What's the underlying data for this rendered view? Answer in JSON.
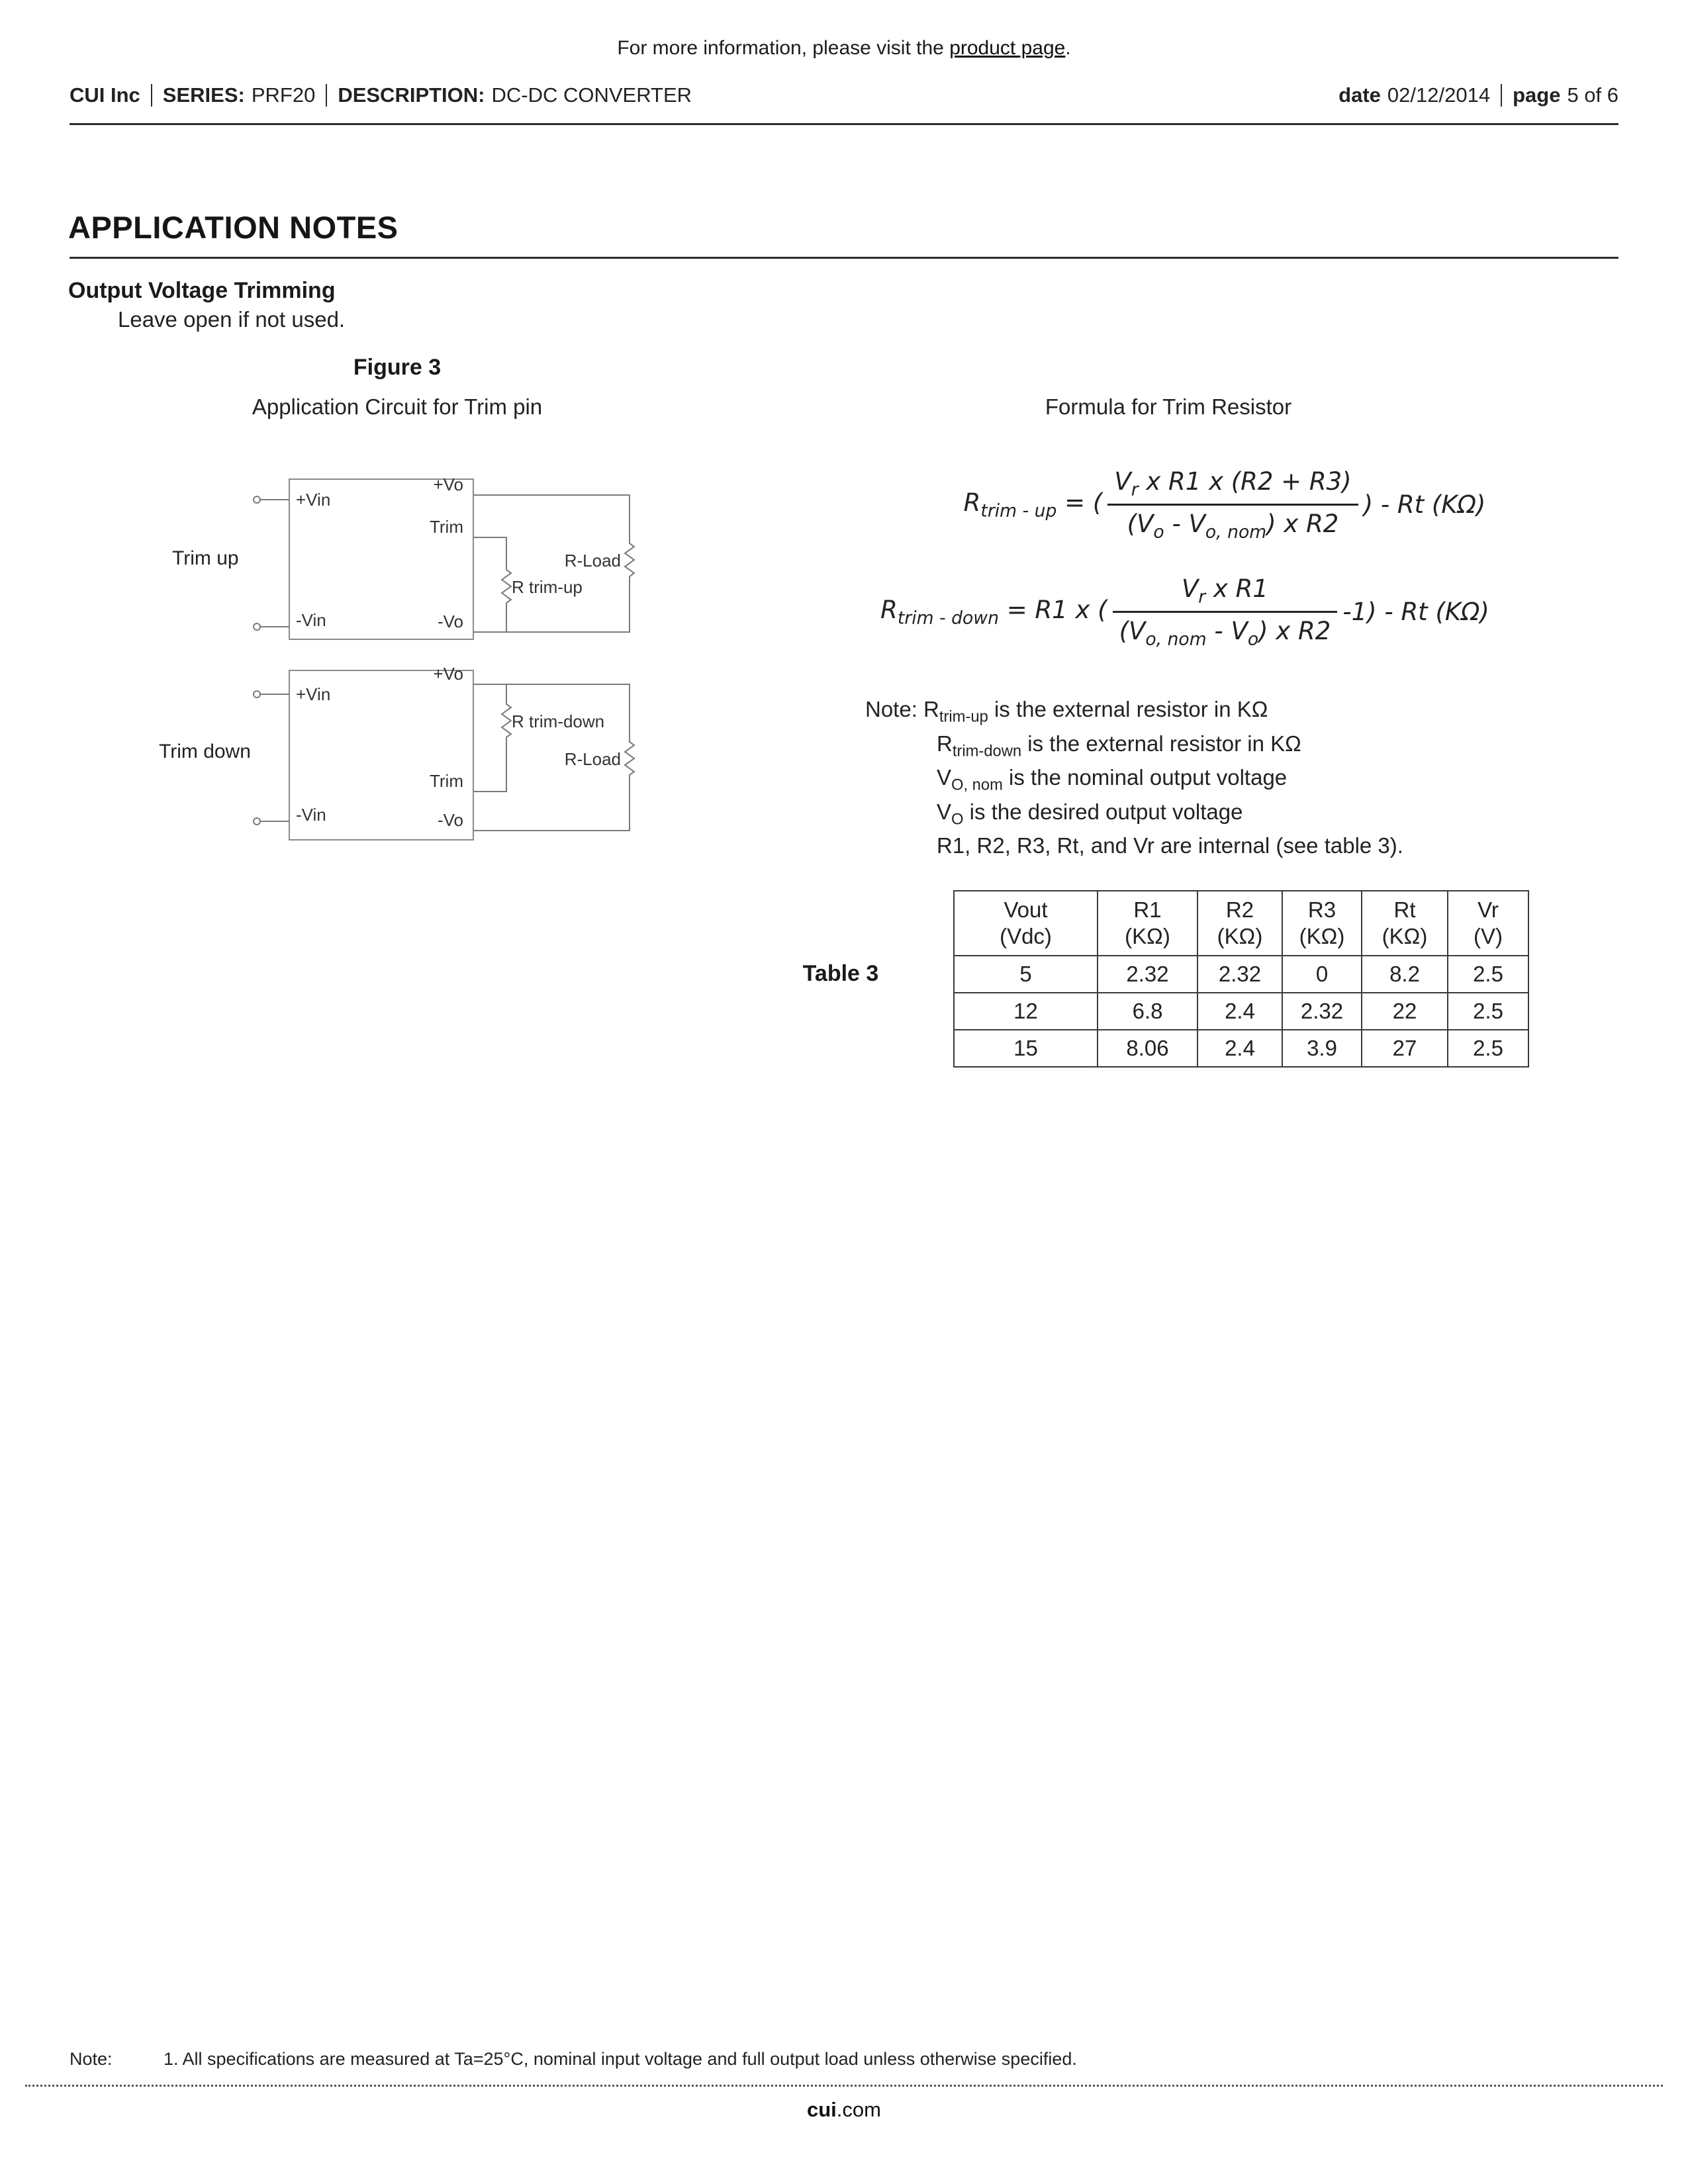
{
  "top_note": {
    "text_before": "For more information, please visit the ",
    "link_text": "product page",
    "text_after": "."
  },
  "header": {
    "company": "CUI Inc",
    "series_label": "SERIES:",
    "series_value": "PRF20",
    "description_label": "DESCRIPTION:",
    "description_value": "DC-DC CONVERTER",
    "date_label": "date",
    "date_value": "02/12/2014",
    "page_label": "page",
    "page_value": "5 of 6"
  },
  "section": {
    "title": "APPLICATION NOTES",
    "subtitle": "Output Voltage Trimming",
    "subtitle_note": "Leave open if not used."
  },
  "figure": {
    "label": "Figure 3",
    "caption": "Application Circuit for Trim pin",
    "formula_title": "Formula for Trim Resistor",
    "trim_up": {
      "name": "Trim up",
      "pin_vin_pos": "+Vin",
      "pin_vin_neg": "-Vin",
      "pin_vo_pos": "+Vo",
      "pin_trim": "Trim",
      "pin_vo_neg": "-Vo",
      "r_load": "R-Load",
      "r_trim": "R trim-up"
    },
    "trim_down": {
      "name": "Trim down",
      "pin_vin_pos": "+Vin",
      "pin_vin_neg": "-Vin",
      "pin_vo_pos": "+Vo",
      "pin_trim": "Trim",
      "pin_vo_neg": "-Vo",
      "r_load": "R-Load",
      "r_trim": "R trim-down"
    }
  },
  "formulas": {
    "up": {
      "lhs": "R_{trim - up} = (",
      "numerator": "V_{r} x R1 x (R2 + R3)",
      "denominator": "(V_{o} - V_{o, nom}) x R2",
      "rhs": ") - Rt (KΩ)"
    },
    "down": {
      "lhs": "R_{trim - down} = R1 x (",
      "numerator": "V_{r} x R1",
      "denominator": "(V_{o, nom} - V_{o}) x R2",
      "rhs": "-1) - Rt (KΩ)"
    }
  },
  "notes": {
    "label": "Note:",
    "lines": [
      "R_{trim-up} is the external resistor in KΩ",
      "R_{trim-down} is the external resistor in KΩ",
      "V_{O, nom} is the nominal output voltage",
      "V_{O} is the desired output voltage",
      "R1, R2, R3, Rt, and Vr are internal (see table 3)."
    ]
  },
  "table3": {
    "label": "Table 3",
    "headers": [
      {
        "l1": "Vout",
        "l2": "(Vdc)"
      },
      {
        "l1": "R1",
        "l2": "(KΩ)"
      },
      {
        "l1": "R2",
        "l2": "(KΩ)"
      },
      {
        "l1": "R3",
        "l2": "(KΩ)"
      },
      {
        "l1": "Rt",
        "l2": "(KΩ)"
      },
      {
        "l1": "Vr",
        "l2": "(V)"
      }
    ],
    "rows": [
      [
        "5",
        "2.32",
        "2.32",
        "0",
        "8.2",
        "2.5"
      ],
      [
        "12",
        "6.8",
        "2.4",
        "2.32",
        "22",
        "2.5"
      ],
      [
        "15",
        "8.06",
        "2.4",
        "3.9",
        "27",
        "2.5"
      ]
    ]
  },
  "footer": {
    "note_label": "Note:",
    "note_text": "1. All specifications are measured at Ta=25°C, nominal input voltage and full output load unless otherwise specified.",
    "site_bold": "cui",
    "site_rest": ".com"
  }
}
